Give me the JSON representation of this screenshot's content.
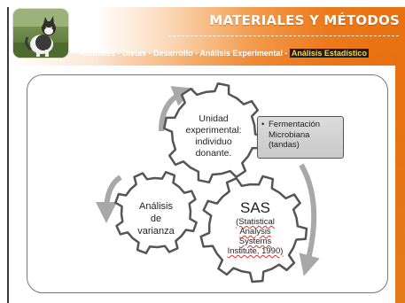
{
  "header": {
    "title": "MATERIALES Y MÉTODOS",
    "breadcrumb": [
      {
        "label": "Animales",
        "active": false
      },
      {
        "label": "Dietas",
        "active": false
      },
      {
        "label": "Desarrollo",
        "active": false
      },
      {
        "label": "Análisis Experimental",
        "active": false
      },
      {
        "label": "Análisis Estadístico",
        "active": true
      }
    ],
    "separators": [
      "-",
      "-",
      "-",
      "-"
    ]
  },
  "diagram": {
    "gear_top": {
      "lines": [
        "Unidad",
        "experimental:",
        "individuo",
        "donante."
      ]
    },
    "gear_left": {
      "lines": [
        "Análisis",
        "de",
        "varianza"
      ]
    },
    "gear_right": {
      "title": "SAS",
      "lines": [
        "(Statistical",
        "Analysis",
        "Systems",
        "Institute, 1990)"
      ]
    },
    "callout": {
      "bullet": "•",
      "lines": [
        "Fermentación",
        "Microbiana",
        "(tandas)"
      ]
    }
  },
  "colors": {
    "accent": "#e8700f",
    "breadcrumb_active_bg": "#1c1c1c",
    "breadcrumb_active_text": "#ffd24d",
    "arrow": "#a8a8a8",
    "gear_stroke": "#555555"
  },
  "icons": {
    "photo": "cat-photo",
    "cycle": "cycle-arrow-icon"
  }
}
